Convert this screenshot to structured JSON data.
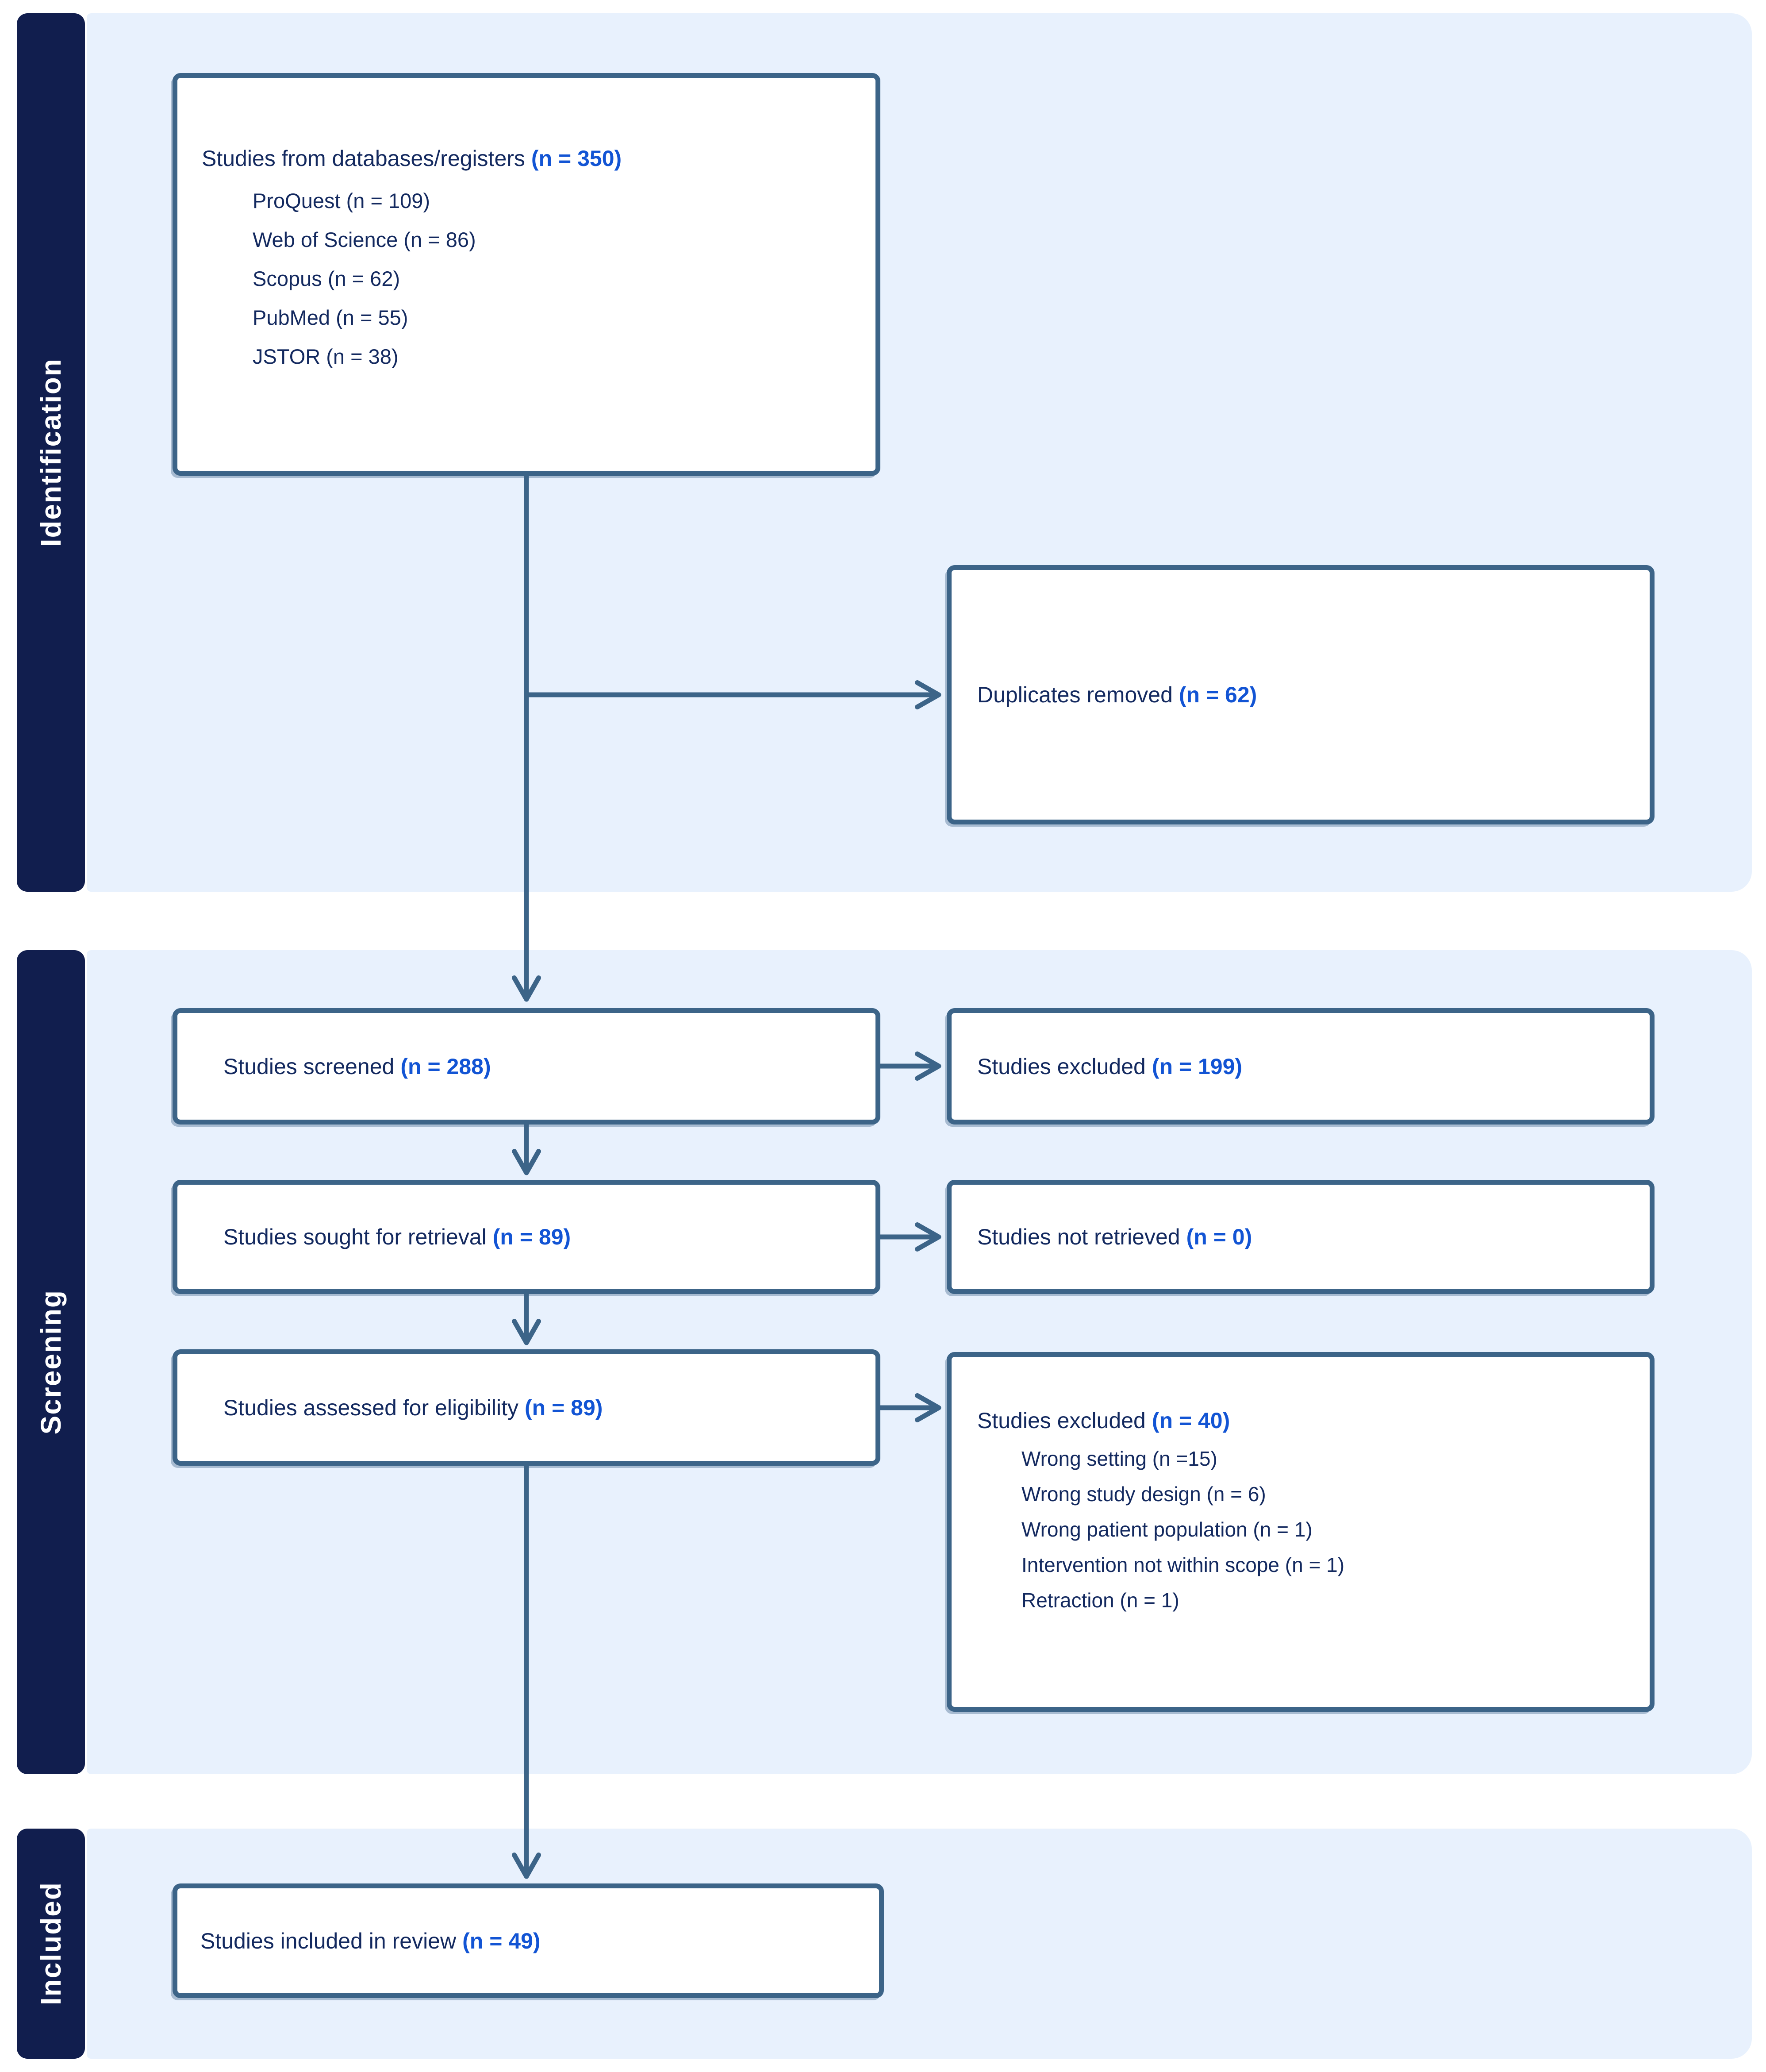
{
  "palette": {
    "navy": "#111e4e",
    "text_navy": "#13295f",
    "accent_blue": "#1254d4",
    "steel_blue": "#3c6488",
    "band_background": "#e8f1fd",
    "box_background": "#ffffff"
  },
  "stages": {
    "identification": {
      "label": "Identification"
    },
    "screening": {
      "label": "Screening"
    },
    "included": {
      "label": "Included"
    }
  },
  "boxes": {
    "databases": {
      "label": "Studies from databases/registers",
      "count": "(n = 350)",
      "items": [
        "ProQuest (n = 109)",
        "Web of Science (n = 86)",
        "Scopus (n = 62)",
        "PubMed (n = 55)",
        "JSTOR (n = 38)"
      ]
    },
    "duplicates": {
      "label": "Duplicates removed",
      "count": "(n = 62)"
    },
    "screened": {
      "label": "Studies screened",
      "count": "(n = 288)"
    },
    "excluded_screening": {
      "label": "Studies excluded",
      "count": "(n = 199)"
    },
    "sought": {
      "label": "Studies sought for retrieval",
      "count": "(n = 89)"
    },
    "not_retrieved": {
      "label": "Studies not retrieved",
      "count": "(n = 0)"
    },
    "assessed": {
      "label": "Studies assessed for eligibility",
      "count": "(n = 89)"
    },
    "excluded_eligibility": {
      "label": "Studies excluded",
      "count": "(n = 40)",
      "items": [
        "Wrong setting (n =15)",
        "Wrong study design (n = 6)",
        "Wrong patient population (n = 1)",
        "Intervention not within scope (n = 1)",
        "Retraction (n = 1)"
      ]
    },
    "included_review": {
      "label": "Studies included in review",
      "count": "(n = 49)"
    }
  }
}
